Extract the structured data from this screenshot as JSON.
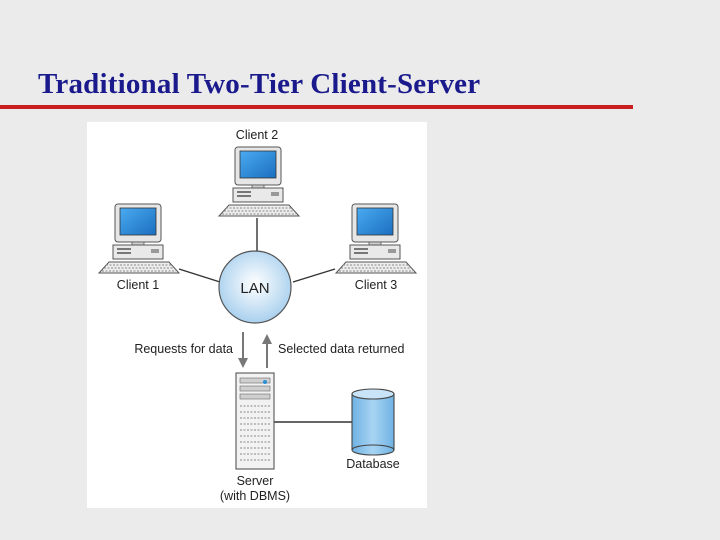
{
  "slide": {
    "title": "Traditional Two-Tier Client-Server"
  },
  "diagram": {
    "client1": "Client 1",
    "client2": "Client 2",
    "client3": "Client 3",
    "lan": "LAN",
    "request": "Requests for data",
    "response": "Selected data returned",
    "server_line1": "Server",
    "server_line2": "(with DBMS)",
    "database": "Database"
  },
  "colors": {
    "title": "#1a1a8c",
    "rule": "#c81e1e",
    "monitor_screen": "#2a8fd8",
    "lan_fill": "#b8d8f0",
    "database_fill": "#8ec3ea"
  }
}
